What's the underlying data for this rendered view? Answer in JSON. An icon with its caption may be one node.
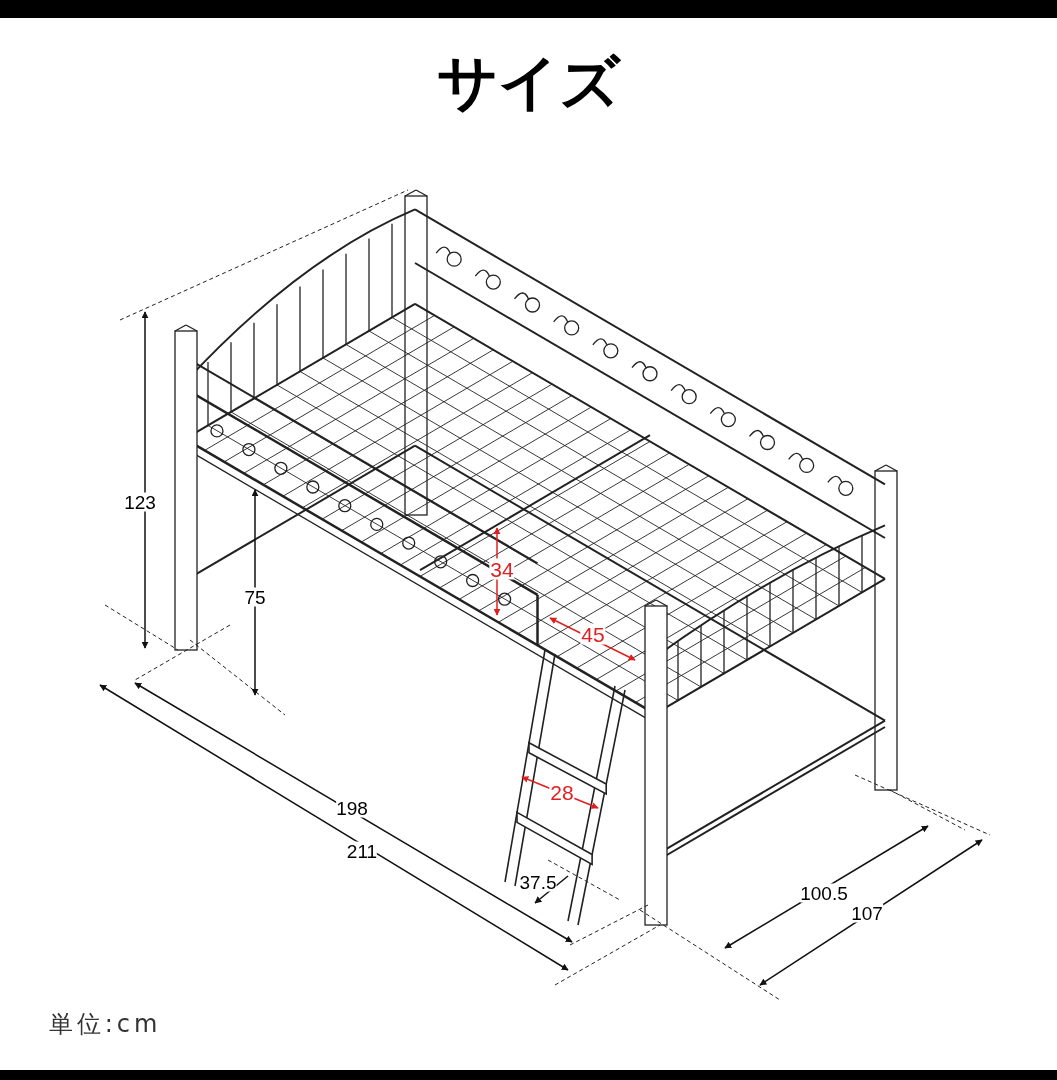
{
  "diagram": {
    "title": "サイズ",
    "labels": [
      "123",
      "75",
      "34",
      "45",
      "28",
      "198",
      "211",
      "37.5",
      "100.5",
      "107",
      "単位:cm"
    ]
  }
}
